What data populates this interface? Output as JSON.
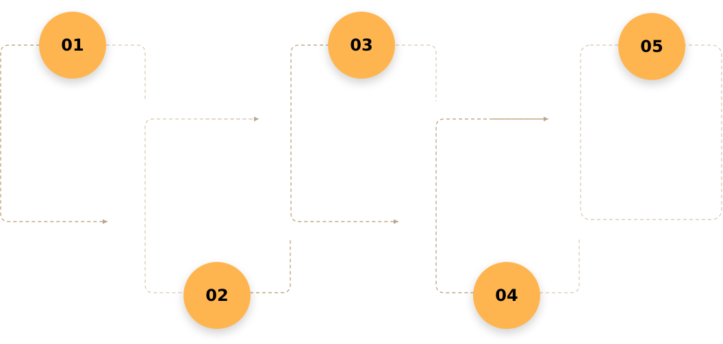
{
  "steps": [
    {
      "label": "01"
    },
    {
      "label": "02"
    },
    {
      "label": "03"
    },
    {
      "label": "04"
    },
    {
      "label": "05"
    }
  ],
  "colors": {
    "badge": "#FFB54F",
    "connector": "#b8976a"
  }
}
